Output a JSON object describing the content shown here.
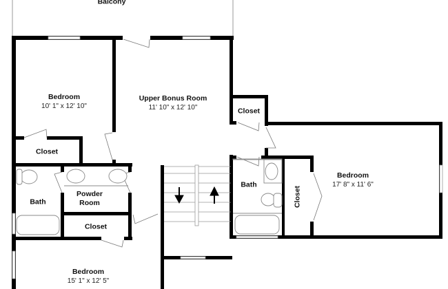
{
  "rooms": {
    "balcony": {
      "name": "Balcony"
    },
    "bedroom_nw": {
      "name": "Bedroom",
      "dims": "10' 1\" x 12' 10\""
    },
    "bonus": {
      "name": "Upper Bonus Room",
      "dims": "11' 10\" x 12' 10\""
    },
    "closet_bonus": {
      "name": "Closet"
    },
    "closet_nw": {
      "name": "Closet"
    },
    "bath_w": {
      "name": "Bath"
    },
    "powder": {
      "name": "Powder Room"
    },
    "closet_powder": {
      "name": "Closet"
    },
    "bedroom_sw": {
      "name": "Bedroom",
      "dims": "15' 1\" x 12' 5\""
    },
    "bath_e": {
      "name": "Bath"
    },
    "closet_e": {
      "name": "Closet"
    },
    "bedroom_e": {
      "name": "Bedroom",
      "dims": "17' 8\" x 11' 6\""
    }
  },
  "stairs": {
    "down_icon": "arrow-down",
    "up_icon": "arrow-up"
  },
  "colors": {
    "wall": "#000000",
    "fixture": "#888888",
    "background": "#ffffff"
  }
}
